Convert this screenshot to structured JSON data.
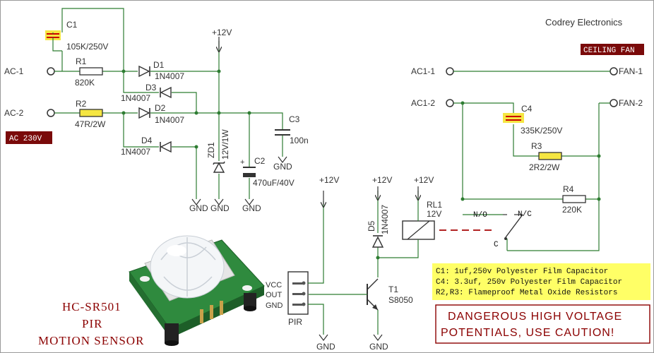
{
  "brand": "Codrey Electronics",
  "tags": {
    "ceiling_fan": "CEILING FAN",
    "ac_230v": "AC 230V"
  },
  "terminals": {
    "ac1": "AC-1",
    "ac2": "AC-2",
    "ac1_1": "AC1-1",
    "ac1_2": "AC1-2",
    "fan1": "FAN-1",
    "fan2": "FAN-2"
  },
  "supply": {
    "v12": "+12V",
    "gnd": "GND"
  },
  "components": {
    "c1": {
      "name": "C1",
      "value": "105K/250V"
    },
    "r1": {
      "name": "R1",
      "value": "820K"
    },
    "r2": {
      "name": "R2",
      "value": "47R/2W"
    },
    "d1": {
      "name": "D1",
      "value": "1N4007"
    },
    "d2": {
      "name": "D2",
      "value": "1N4007"
    },
    "d3": {
      "name": "D3",
      "value": "1N4007"
    },
    "d4": {
      "name": "D4",
      "value": "1N4007"
    },
    "zd1": {
      "name": "ZD1",
      "value": "12V/1W"
    },
    "c2": {
      "name": "C2",
      "value": "470uF/40V"
    },
    "c3": {
      "name": "C3",
      "value": "100n"
    },
    "c4": {
      "name": "C4",
      "value": "335K/250V"
    },
    "r3": {
      "name": "R3",
      "value": "2R2/2W"
    },
    "r4": {
      "name": "R4",
      "value": "220K"
    },
    "d5": {
      "name": "D5",
      "value": "1N4007"
    },
    "t1": {
      "name": "T1",
      "value": "S8050"
    },
    "rl1": {
      "name": "RL1",
      "value": "12V"
    }
  },
  "relay_contacts": {
    "no": "N/O",
    "nc": "N/C",
    "c": "C"
  },
  "pir_header": {
    "vcc": "VCC",
    "out": "OUT",
    "gnd": "GND",
    "name": "PIR"
  },
  "sensor_caption": [
    "HC-SR501",
    "PIR",
    "MOTION SENSOR"
  ],
  "notes": [
    "C1: 1uf,250v Polyester Film Capacitor",
    "C4: 3.3uf, 250v Polyester Film Capacitor",
    "R2,R3: Flameproof Metal Oxide Resistors"
  ],
  "warning": [
    "DANGEROUS HIGH VOLTAGE",
    "POTENTIALS, USE CAUTION!"
  ],
  "colors": {
    "wire": "#2e7d32",
    "component": "#333333",
    "highlight": "#f5e642",
    "tag_bg": "#7a0a0a",
    "note_bg": "#ffff66",
    "warning": "#8b0000"
  }
}
